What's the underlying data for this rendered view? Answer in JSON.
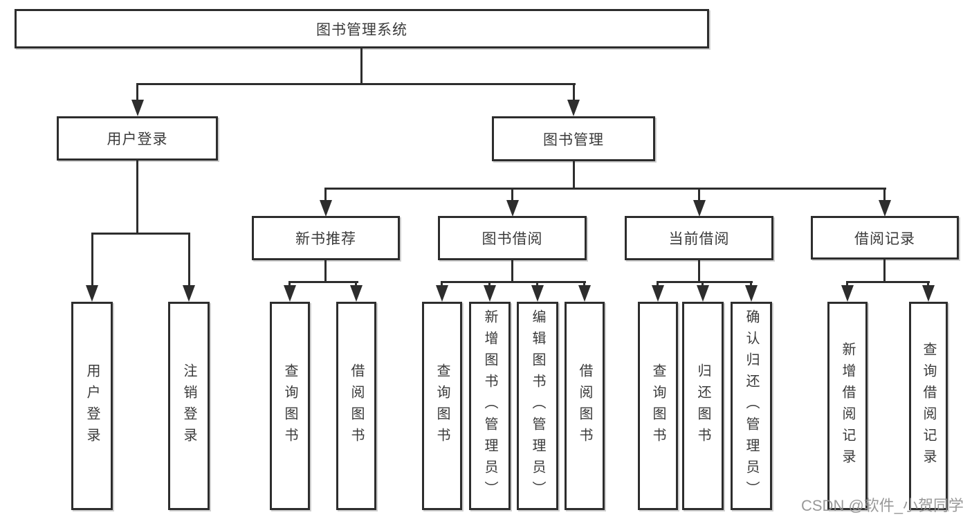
{
  "diagram": {
    "type": "hierarchy-tree",
    "watermark": "CSDN @软件_小贺同学",
    "colors": {
      "line": "#2d2d2d",
      "box_border": "#2d2d2d",
      "box_fill": "#ffffff",
      "text": "#3a3a3a",
      "watermark": "#8f8f8f"
    },
    "tree": {
      "label": "图书管理系统",
      "children": [
        {
          "label": "用户登录",
          "children": [
            {
              "label": "用户登录"
            },
            {
              "label": "注销登录"
            }
          ]
        },
        {
          "label": "图书管理",
          "children": [
            {
              "label": "新书推荐",
              "children": [
                {
                  "label": "查询图书"
                },
                {
                  "label": "借阅图书"
                }
              ]
            },
            {
              "label": "图书借阅",
              "children": [
                {
                  "label": "查询图书"
                },
                {
                  "label": "新增图书（管理员）"
                },
                {
                  "label": "编辑图书（管理员）"
                },
                {
                  "label": "借阅图书"
                }
              ]
            },
            {
              "label": "当前借阅",
              "children": [
                {
                  "label": "查询图书"
                },
                {
                  "label": "归还图书"
                },
                {
                  "label": "确认归还（管理员）"
                }
              ]
            },
            {
              "label": "借阅记录",
              "children": [
                {
                  "label": "新增借阅记录"
                },
                {
                  "label": "查询借阅记录"
                }
              ]
            }
          ]
        }
      ]
    }
  }
}
